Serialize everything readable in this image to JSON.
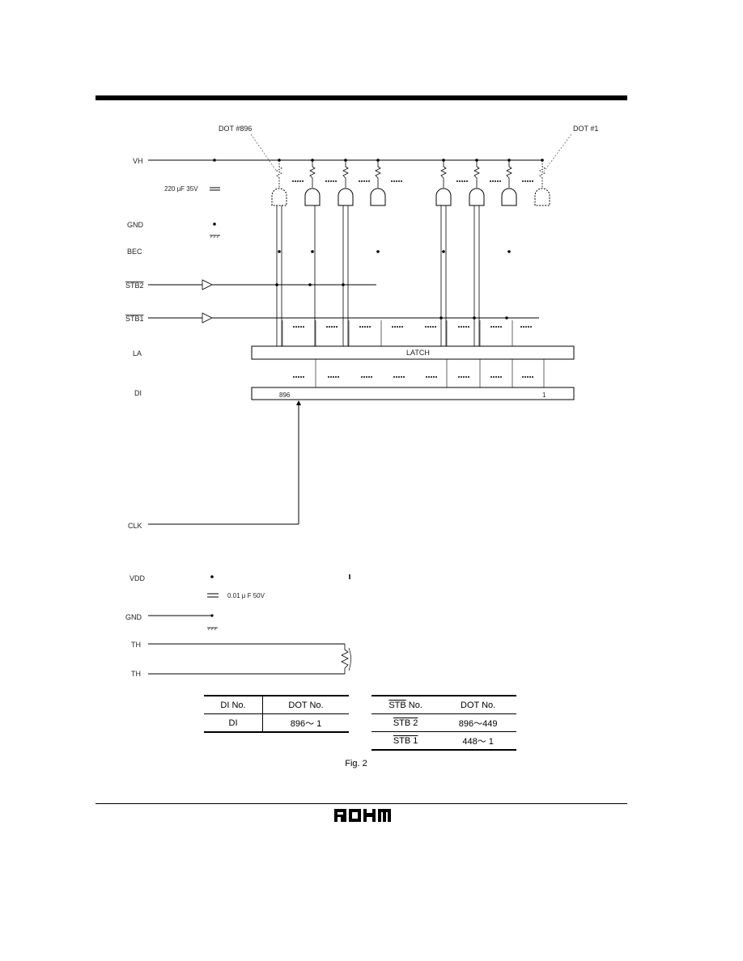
{
  "diagram": {
    "dot_left_label": "DOT #896",
    "dot_right_label": "DOT #1",
    "cap_label": "220 μF 35V",
    "cap2_label": "0.01 μ F 50V",
    "latch_label": "LATCH",
    "shift_first": "896",
    "shift_last": "1",
    "signals": {
      "vh": "VH",
      "gnd": "GND",
      "bec": "BEC",
      "stb2": "STB2",
      "stb1": "STB1",
      "la": "LA",
      "di": "DI",
      "clk": "CLK",
      "vdd": "VDD",
      "gnd2": "GND",
      "th1": "TH",
      "th2": "TH"
    }
  },
  "table_di": {
    "headers": [
      "DI No.",
      "DOT No."
    ],
    "rows": [
      [
        "DI",
        "896～ 1"
      ]
    ]
  },
  "table_stb": {
    "headers": [
      "STB No.",
      "DOT No."
    ],
    "rows": [
      [
        "STB 2",
        "896～449"
      ],
      [
        "STB 1",
        "448～ 1"
      ]
    ]
  },
  "caption": "Fig. 2",
  "logo_text": "ROHM"
}
